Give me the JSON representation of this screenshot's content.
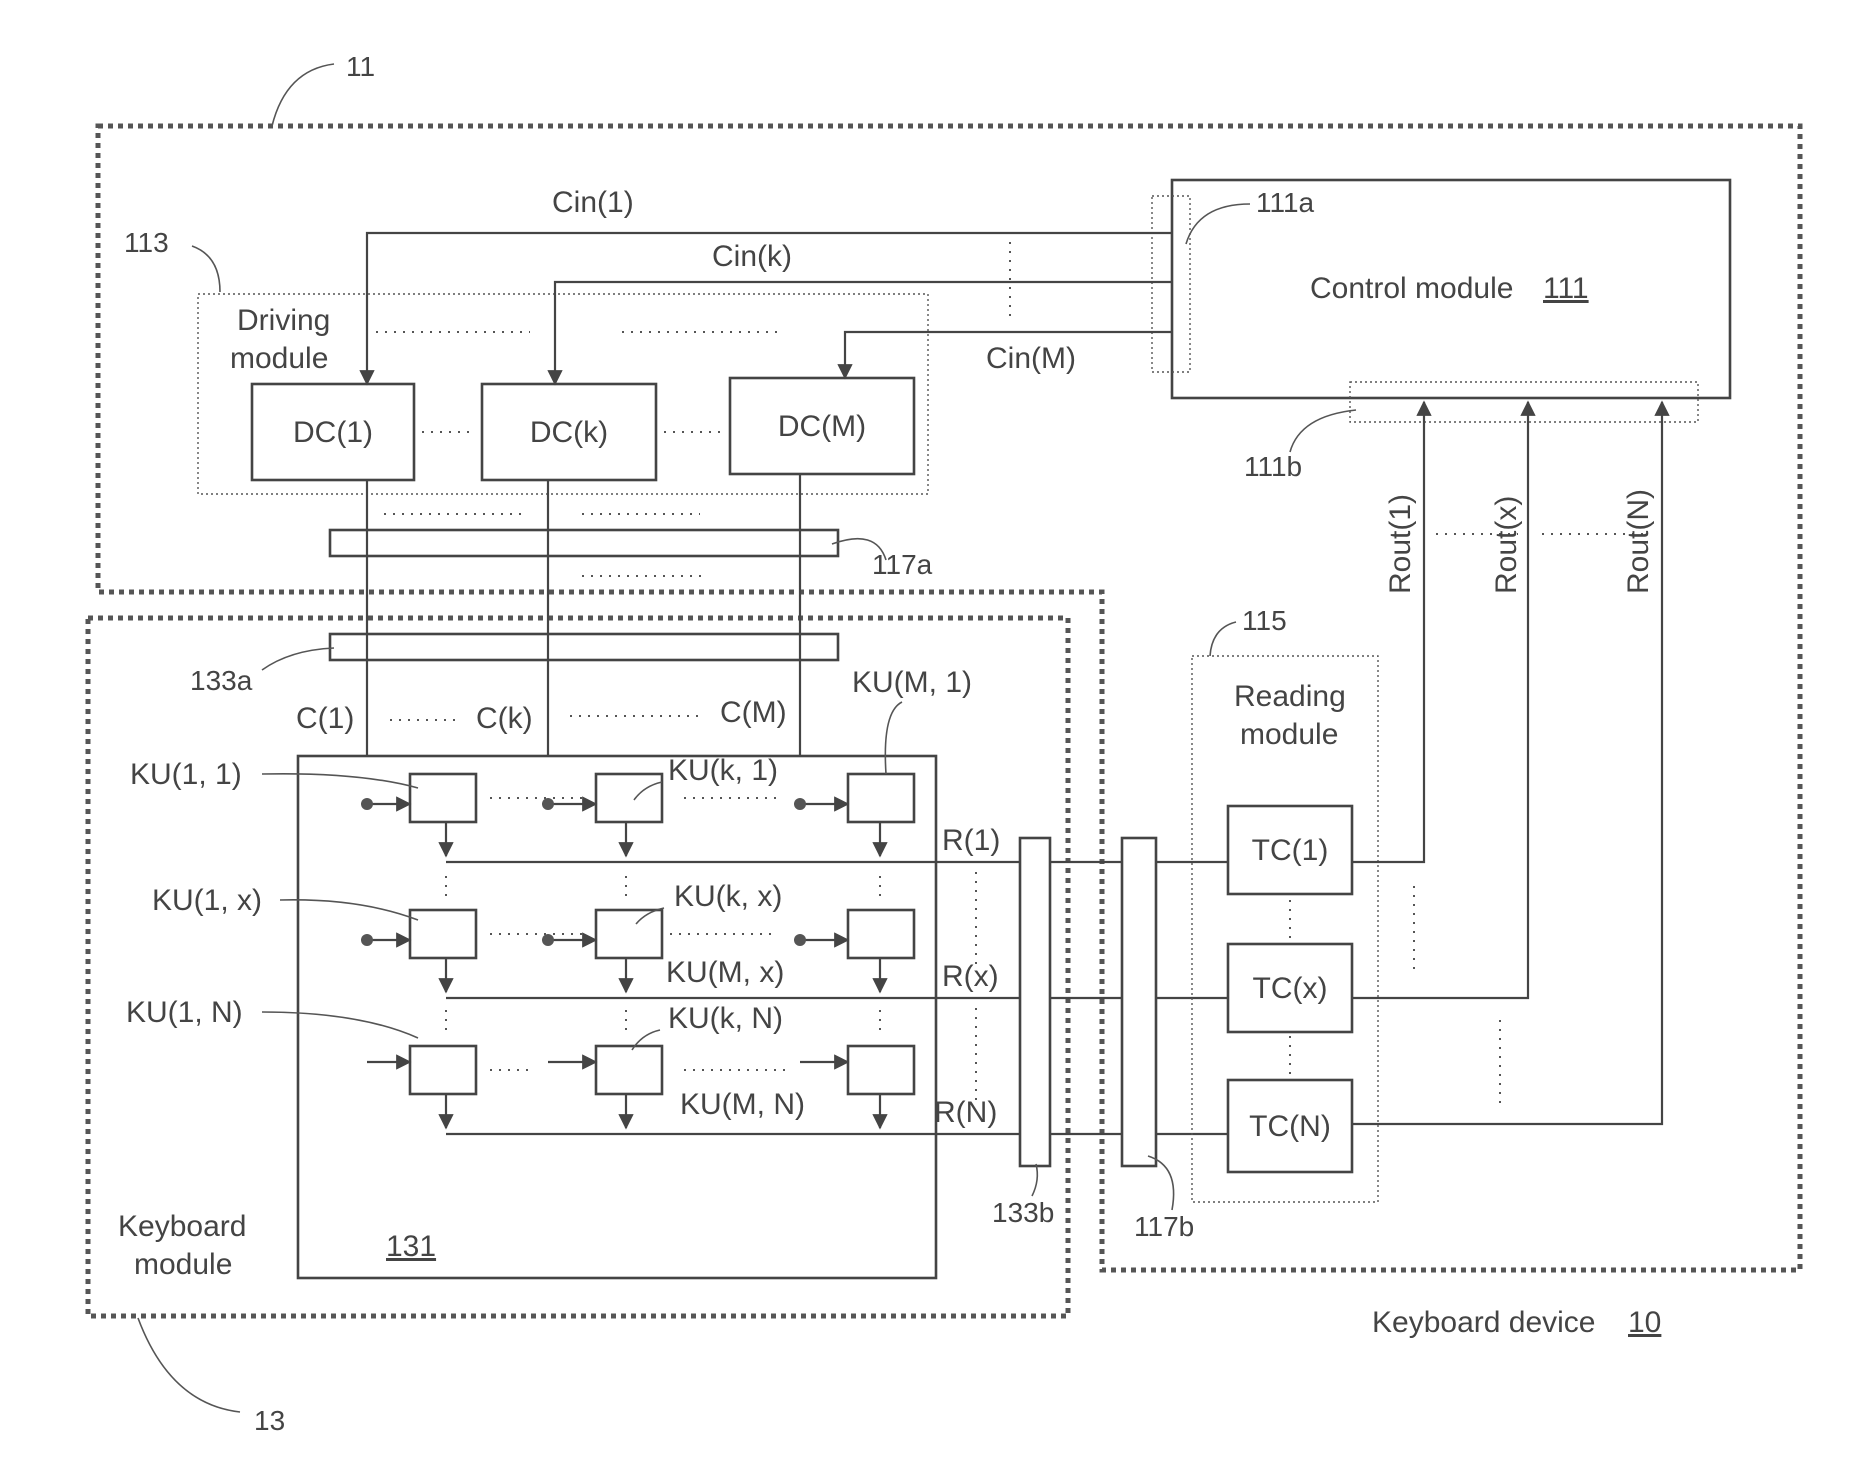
{
  "reference_numerals": {
    "device_upper": "11",
    "keyboard_module_ref": "13",
    "driving_module_ref": "113",
    "control_port_a": "111a",
    "control_port_b": "111b",
    "connector_a": "117a",
    "connector_b": "117b",
    "keyboard_connector_a": "133a",
    "keyboard_connector_b": "133b",
    "reading_module_ref": "115",
    "key_matrix_ref": "131"
  },
  "modules": {
    "control": {
      "label": "Control module ",
      "numeral": "111"
    },
    "driving": {
      "line1": "Driving",
      "line2": "module"
    },
    "reading": {
      "line1": "Reading",
      "line2": "module"
    },
    "keyboard": {
      "line1": "Keyboard",
      "line2": "module"
    },
    "device": {
      "label": "Keyboard device ",
      "numeral": "10"
    }
  },
  "control_signals": [
    "Cin(1)",
    "Cin(k)",
    "Cin(M)"
  ],
  "driving_circuits": [
    "DC(1)",
    "DC(k)",
    "DC(M)"
  ],
  "columns": [
    "C(1)",
    "C(k)",
    "C(M)"
  ],
  "rows": [
    "R(1)",
    "R(x)",
    "R(N)"
  ],
  "reading_circuits": [
    "TC(1)",
    "TC(x)",
    "TC(N)"
  ],
  "read_outputs": [
    "Rout(1)",
    "Rout(x)",
    "Rout(N)"
  ],
  "key_units": {
    "ku_1_1": "KU(1, 1)",
    "ku_1_x": "KU(1, x)",
    "ku_1_n": "KU(1, N)",
    "ku_k_1": "KU(k, 1)",
    "ku_k_x": "KU(k, x)",
    "ku_k_n": "KU(k, N)",
    "ku_m_1": "KU(M, 1)",
    "ku_m_x": "KU(M, x)",
    "ku_m_n": "KU(M, N)"
  }
}
